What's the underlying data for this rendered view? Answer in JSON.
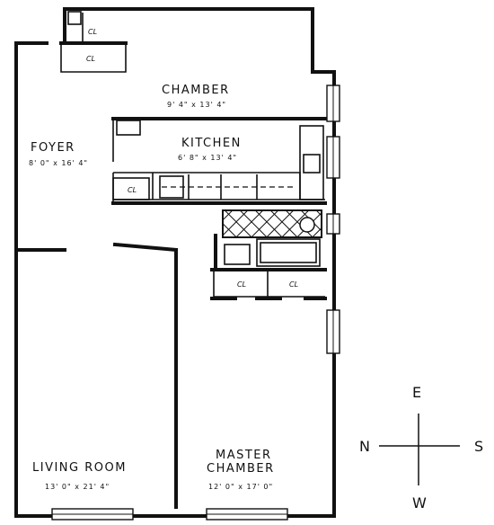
{
  "rooms": {
    "chamber": {
      "name": "CHAMBER",
      "size": "9' 4\" x 13' 4\""
    },
    "foyer": {
      "name": "FOYER",
      "size": "8' 0\" x 16' 4\""
    },
    "kitchen": {
      "name": "KITCHEN",
      "size": "6' 8\" x 13' 4\""
    },
    "living_room": {
      "name": "LIVING ROOM",
      "size": "13' 0\" x 21' 4\""
    },
    "master_chamber": {
      "name_line1": "MASTER",
      "name_line2": "CHAMBER",
      "size": "12' 0\" x 17' 0\""
    }
  },
  "closets": [
    "CL",
    "CL",
    "CL",
    "CL",
    "CL"
  ],
  "compass": {
    "north": "N",
    "south": "S",
    "east": "E",
    "west": "W"
  }
}
